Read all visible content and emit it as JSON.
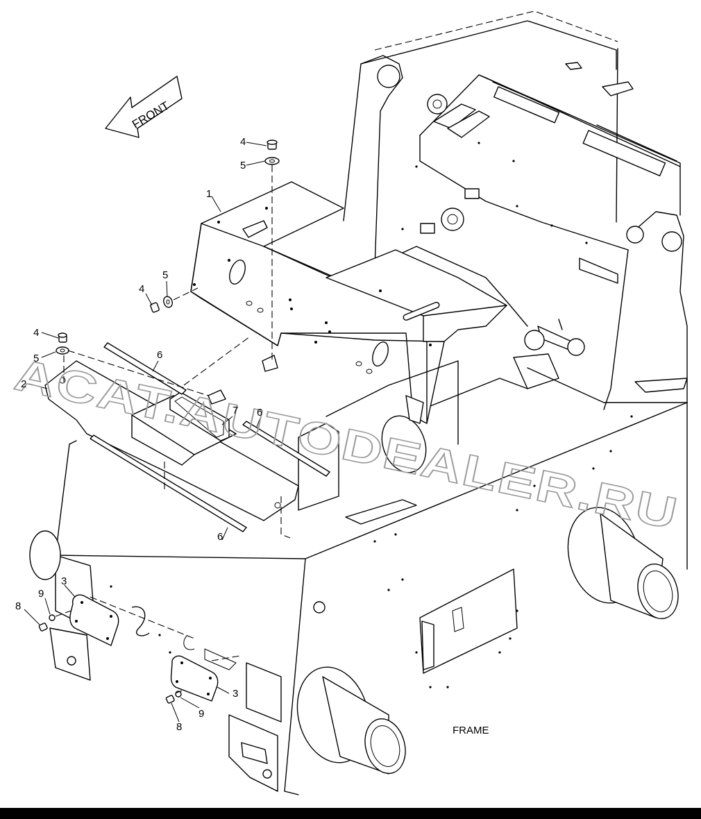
{
  "front_arrow": {
    "label": "FRONT"
  },
  "frame_label": "FRAME",
  "watermark": "ACAT.AUTODEALER.RU",
  "callouts": {
    "c1": "1",
    "c2": "2",
    "c3a": "3",
    "c3b": "3",
    "c4a": "4",
    "c4b": "4",
    "c4c": "4",
    "c5a": "5",
    "c5b": "5",
    "c5c": "5",
    "c6a": "6",
    "c6b": "6",
    "c6c": "6",
    "c7": "7",
    "c8a": "8",
    "c8b": "8",
    "c9a": "9",
    "c9b": "9"
  }
}
